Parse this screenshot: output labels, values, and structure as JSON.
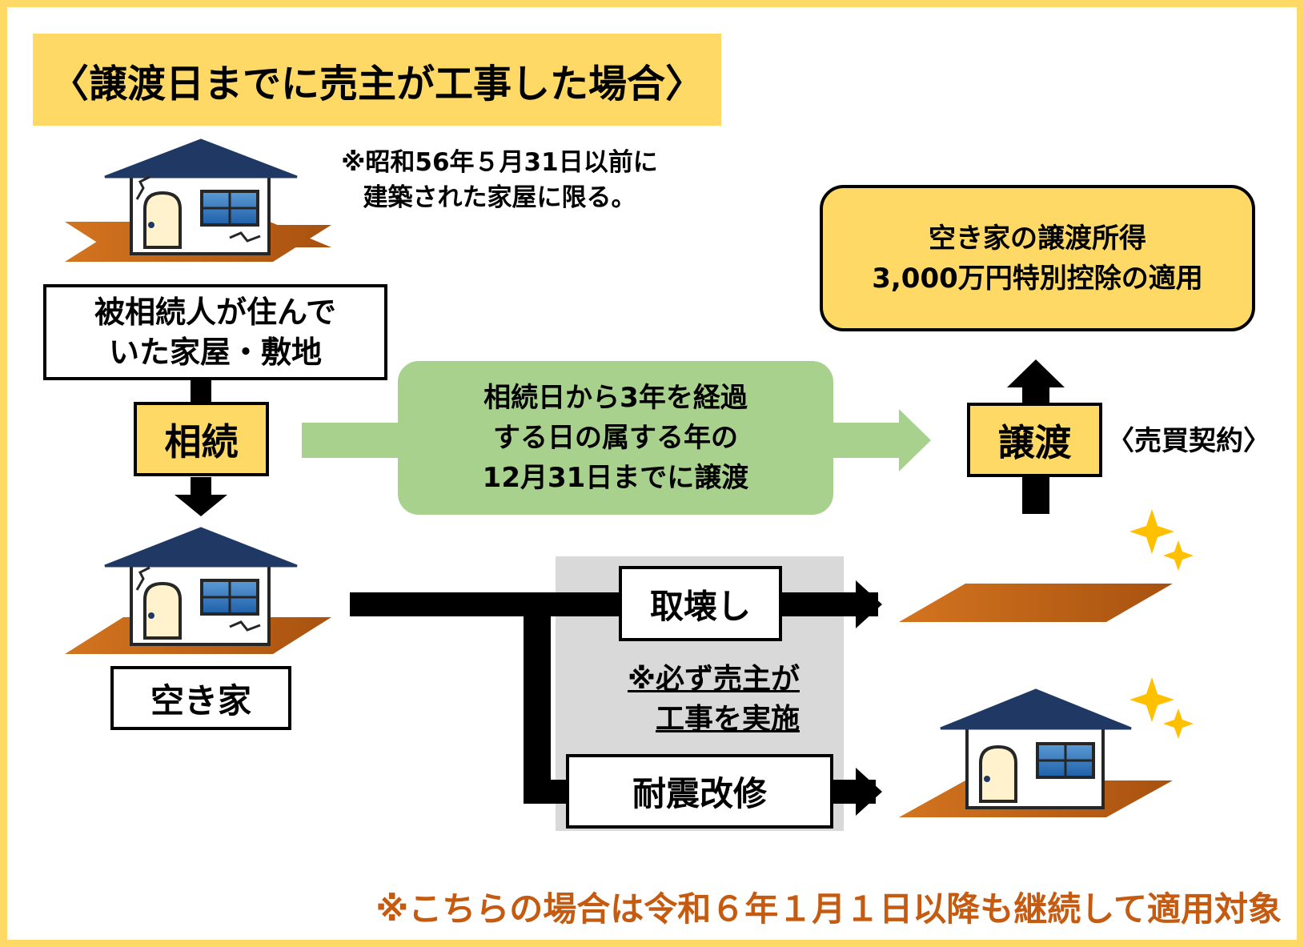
{
  "title": "〈譲渡日までに売主が工事した場合〉",
  "house_note": [
    "※昭和56年５月31日以前に",
    "建築された家屋に限る。"
  ],
  "decedent_house": [
    "被相続人が住んで",
    "いた家屋・敷地"
  ],
  "inheritance_label": "相続",
  "vacant_house_label": "空き家",
  "deadline_text": [
    "相続日から3年を経過",
    "する日の属する年の",
    "12月31日までに譲渡"
  ],
  "transfer_label": "譲渡",
  "sale_contract_label": "〈売買契約〉",
  "result_text": [
    "空き家の譲渡所得",
    "3,000万円特別控除の適用"
  ],
  "demolition_label": "取壊し",
  "seller_note": [
    "※必ず売主が",
    "工事を実施"
  ],
  "retrofit_label": "耐震改修",
  "footer_note": "※こちらの場合は令和６年１月１日以降も継続して適用対象",
  "colors": {
    "frame": "#FFD966",
    "title_bg": "#FFD966",
    "green": "#A9D18E",
    "gray_panel": "#D9D9D9",
    "footer_text": "#C55A11",
    "roof": "#1F3864",
    "ground": "#C55A11",
    "window": "#2E75B6",
    "door": "#FFF2CC",
    "sparkle": "#FFC000"
  },
  "icons": [
    "house-icon",
    "cracked-house-icon",
    "vacant-lot-icon",
    "sparkle-icon",
    "arrow-right-icon",
    "arrow-up-icon",
    "arrow-down-icon"
  ]
}
